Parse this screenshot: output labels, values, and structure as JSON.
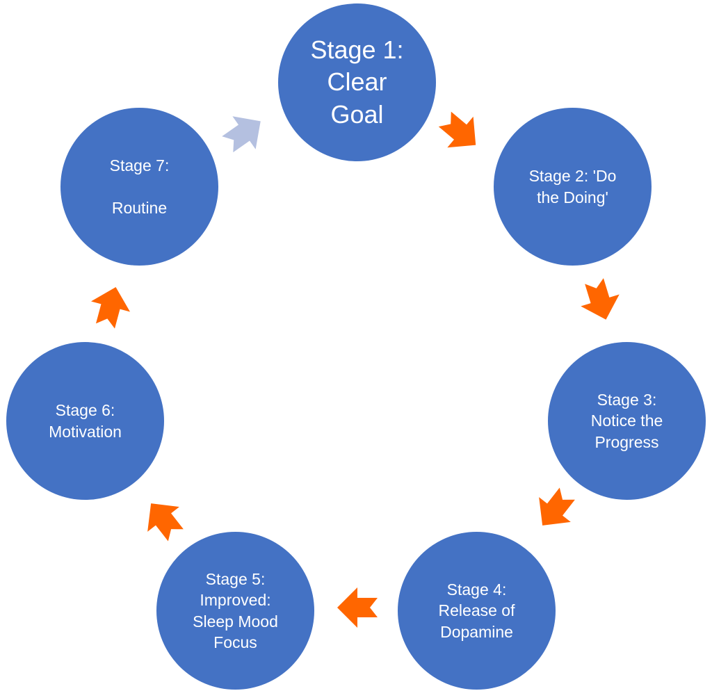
{
  "diagram": {
    "stages": [
      {
        "label": "Stage 1:\nClear\nGoal"
      },
      {
        "label": "Stage 2: 'Do\nthe Doing'"
      },
      {
        "label": "Stage  3:\nNotice the\nProgress"
      },
      {
        "label": "Stage 4:\nRelease of\nDopamine"
      },
      {
        "label": "Stage 5:\nImproved:\nSleep Mood\nFocus"
      },
      {
        "label": "Stage 6:\nMotivation"
      },
      {
        "label": "Stage 7:\n\nRoutine"
      }
    ],
    "colors": {
      "circle_fill": "#4472c4",
      "circle_text": "#ffffff",
      "arrow_active": "#ff6600",
      "arrow_faded": "#b4c0e0"
    }
  }
}
